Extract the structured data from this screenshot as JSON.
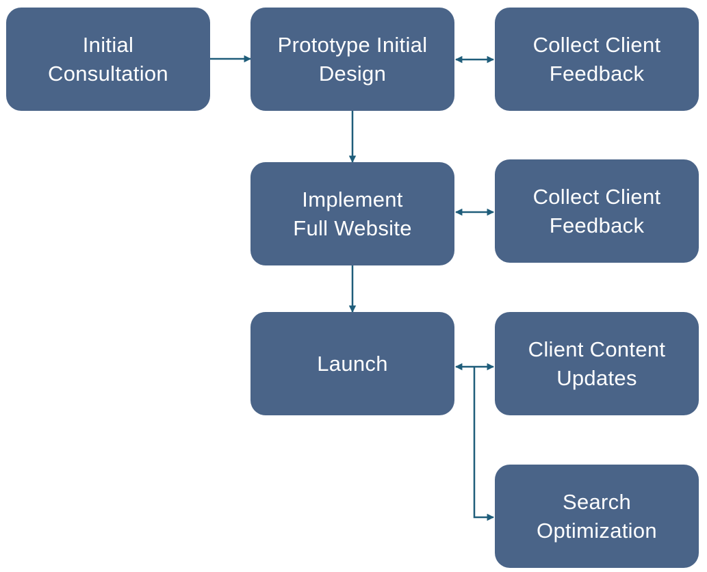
{
  "colors": {
    "node_fill": "#4a6488",
    "node_text": "#ffffff",
    "connector": "#1f5d7a"
  },
  "nodes": {
    "initial_consultation": "Initial\nConsultation",
    "prototype_initial_design": "Prototype Initial\nDesign",
    "collect_feedback_1": "Collect Client\nFeedback",
    "implement_full_website": "Implement\nFull Website",
    "collect_feedback_2": "Collect Client\nFeedback",
    "launch": "Launch",
    "client_content_updates": "Client Content\nUpdates",
    "search_optimization": "Search\nOptimization"
  },
  "edges": [
    {
      "from": "initial_consultation",
      "to": "prototype_initial_design",
      "direction": "forward"
    },
    {
      "from": "prototype_initial_design",
      "to": "collect_feedback_1",
      "direction": "both"
    },
    {
      "from": "prototype_initial_design",
      "to": "implement_full_website",
      "direction": "forward"
    },
    {
      "from": "implement_full_website",
      "to": "collect_feedback_2",
      "direction": "both"
    },
    {
      "from": "implement_full_website",
      "to": "launch",
      "direction": "forward"
    },
    {
      "from": "launch",
      "to": "client_content_updates",
      "direction": "both"
    },
    {
      "from": "launch",
      "to": "search_optimization",
      "direction": "both"
    }
  ]
}
